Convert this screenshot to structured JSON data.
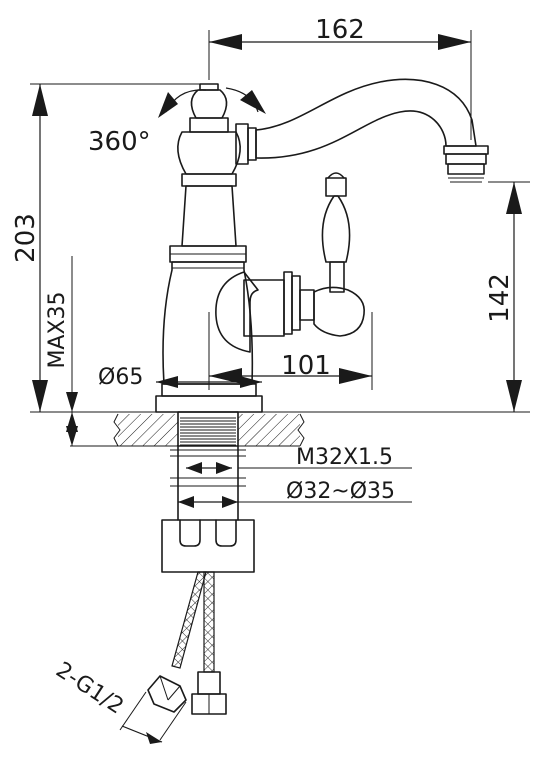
{
  "dimensions": {
    "spout_reach": "162",
    "total_height": "203",
    "rotation": "360°",
    "spout_height": "142",
    "handle_reach": "101",
    "base_diameter": "Ø65",
    "deck_thickness": "MAX35",
    "thread": "M32X1.5",
    "hole_diameter": "Ø32~Ø35",
    "hose_connection": "2-G1/2"
  },
  "colors": {
    "line": "#1a1a1a",
    "background": "#ffffff"
  }
}
